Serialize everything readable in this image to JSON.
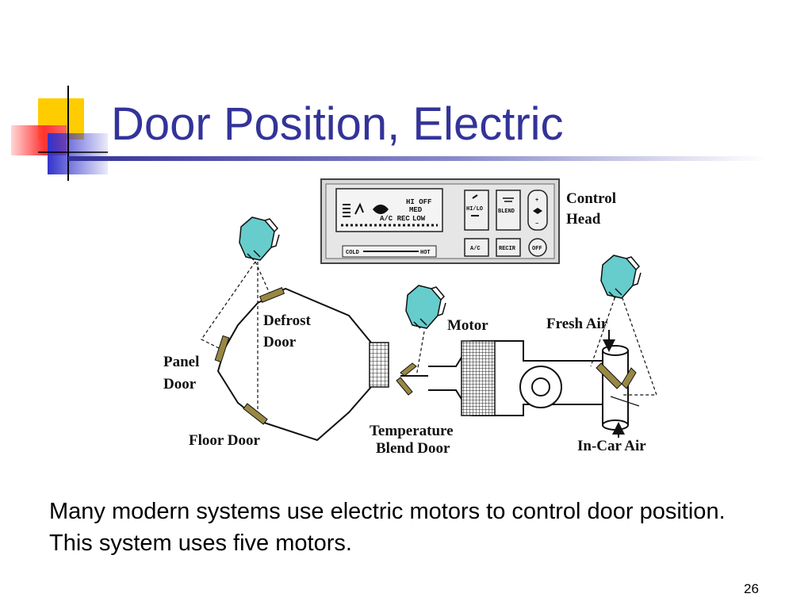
{
  "slide": {
    "title": "Door Position, Electric",
    "body": "Many modern systems use electric motors to control door position. This system uses five motors.",
    "page_number": "26"
  },
  "diagram": {
    "labels": {
      "control_head_line1": "Control",
      "control_head_line2": "Head",
      "defrost_door_line1": "Defrost",
      "defrost_door_line2": "Door",
      "panel_door_line1": "Panel",
      "panel_door_line2": "Door",
      "floor_door": "Floor Door",
      "motor": "Motor",
      "fresh_air": "Fresh Air",
      "temperature_blend_door_line1": "Temperature",
      "temperature_blend_door_line2": "Blend Door",
      "in_car_air": "In-Car Air"
    },
    "control_head": {
      "lcd_hi_off": "HI OFF",
      "lcd_med": "MED",
      "lcd_ac_rec": "A/C REC",
      "lcd_low": "LOW",
      "temp_left": "COLD",
      "temp_right": "HOT",
      "btn_mode_1": "HI/LO",
      "btn_blend": "BLEND",
      "btn_plus": "+",
      "btn_minus": "−",
      "btn_ac": "A/C",
      "btn_recir": "RECIR",
      "btn_off": "OFF"
    }
  },
  "colors": {
    "title": "#333399",
    "motor_fill": "#66cccc",
    "deco_yellow": "#ffcc00",
    "deco_red": "#ff3333",
    "deco_blue": "#3333cc",
    "door_fill": "#998844"
  }
}
